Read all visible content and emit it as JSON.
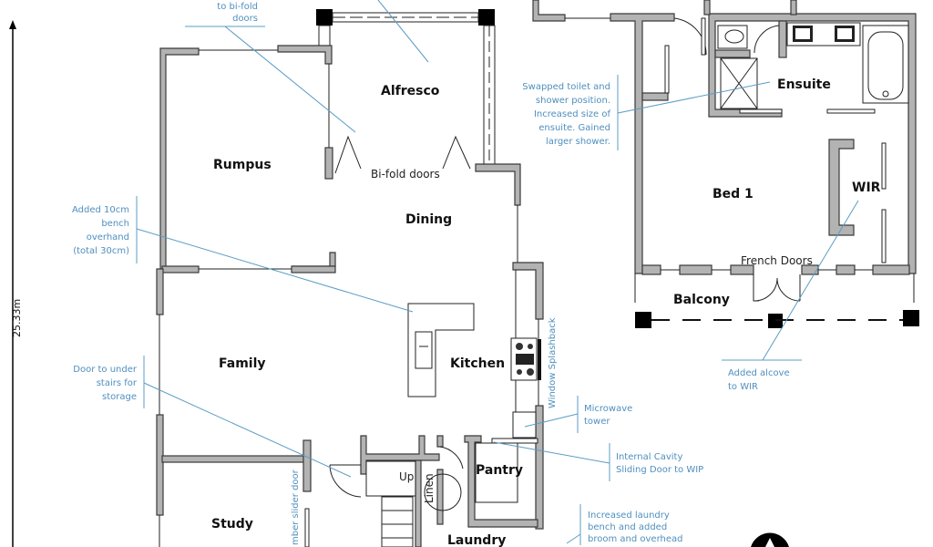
{
  "dimension": {
    "height_label": "25.33m"
  },
  "rooms": {
    "alfresco": "Alfresco",
    "rumpus": "Rumpus",
    "dining": "Dining",
    "family": "Family",
    "kitchen": "Kitchen",
    "study": "Study",
    "pantry": "Pantry",
    "laundry": "Laundry",
    "linen": "Linen",
    "ensuite": "Ensuite",
    "bed1": "Bed 1",
    "wir": "WIR",
    "balcony": "Balcony"
  },
  "labels": {
    "bifold": "Bi-fold doors",
    "french": "French Doors",
    "up": "Up",
    "window_splashback": "Window Splashback",
    "slider": "mber slider door"
  },
  "annotations": {
    "bifold_note": [
      "to bi-fold",
      "doors"
    ],
    "bench_note": [
      "Added 10cm",
      "bench",
      "overhand",
      "(total 30cm)"
    ],
    "stairs_note": [
      "Door to under",
      "stairs for",
      "storage"
    ],
    "ensuite_note": [
      "Swapped toilet and",
      "shower position.",
      "Increased size of",
      "ensuite.  Gained",
      "larger shower."
    ],
    "wir_note": [
      "Added alcove",
      "to WIR"
    ],
    "microwave_note": [
      "Microwave",
      "tower"
    ],
    "cavity_note": [
      "Internal Cavity",
      "Sliding Door to WIP"
    ],
    "laundry_note": [
      "Increased laundry",
      "bench and added",
      "broom and overhead"
    ]
  },
  "colors": {
    "annotation": "#4f8fbf",
    "wall": "#b3b3b3"
  }
}
